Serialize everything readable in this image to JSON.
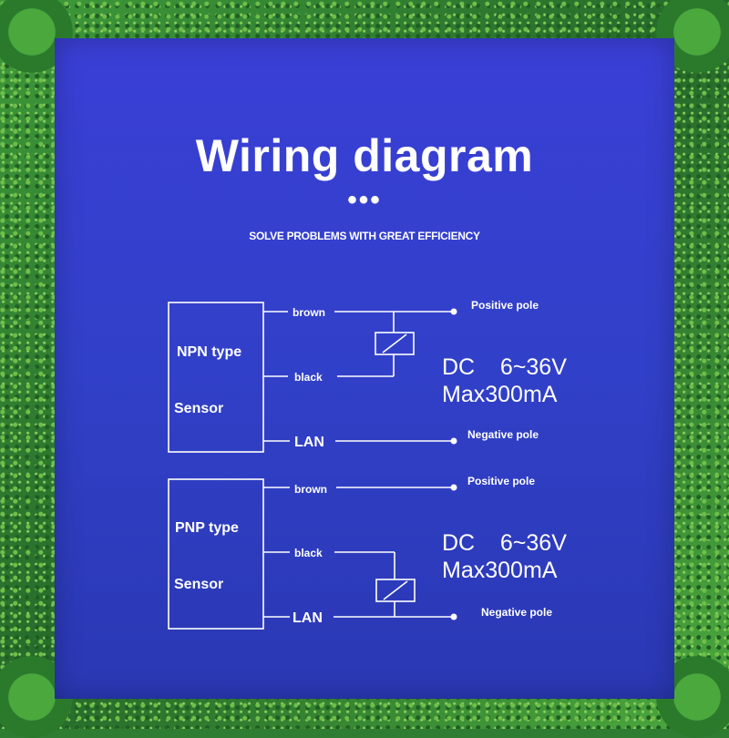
{
  "title": "Wiring diagram",
  "dots": "•••",
  "subtitle": "SOLVE PROBLEMS WITH GREAT EFFICIENCY",
  "npn": {
    "type_label": "NPN type",
    "sensor_label": "Sensor",
    "wire_brown": "brown",
    "wire_black": "black",
    "wire_lan": "LAN",
    "positive": "Positive pole",
    "negative": "Negative pole",
    "dc": "DC    6~36V",
    "max": "Max300mA"
  },
  "pnp": {
    "type_label": "PNP type",
    "sensor_label": "Sensor",
    "wire_brown": "brown",
    "wire_black": "black",
    "wire_lan": "LAN",
    "positive": "Positive pole",
    "negative": "Negative pole",
    "dc": "DC    6~36V",
    "max": "Max300mA"
  },
  "colors": {
    "panel": "#3140c8",
    "frame": "#2f7d32",
    "ink": "#ffffff"
  }
}
